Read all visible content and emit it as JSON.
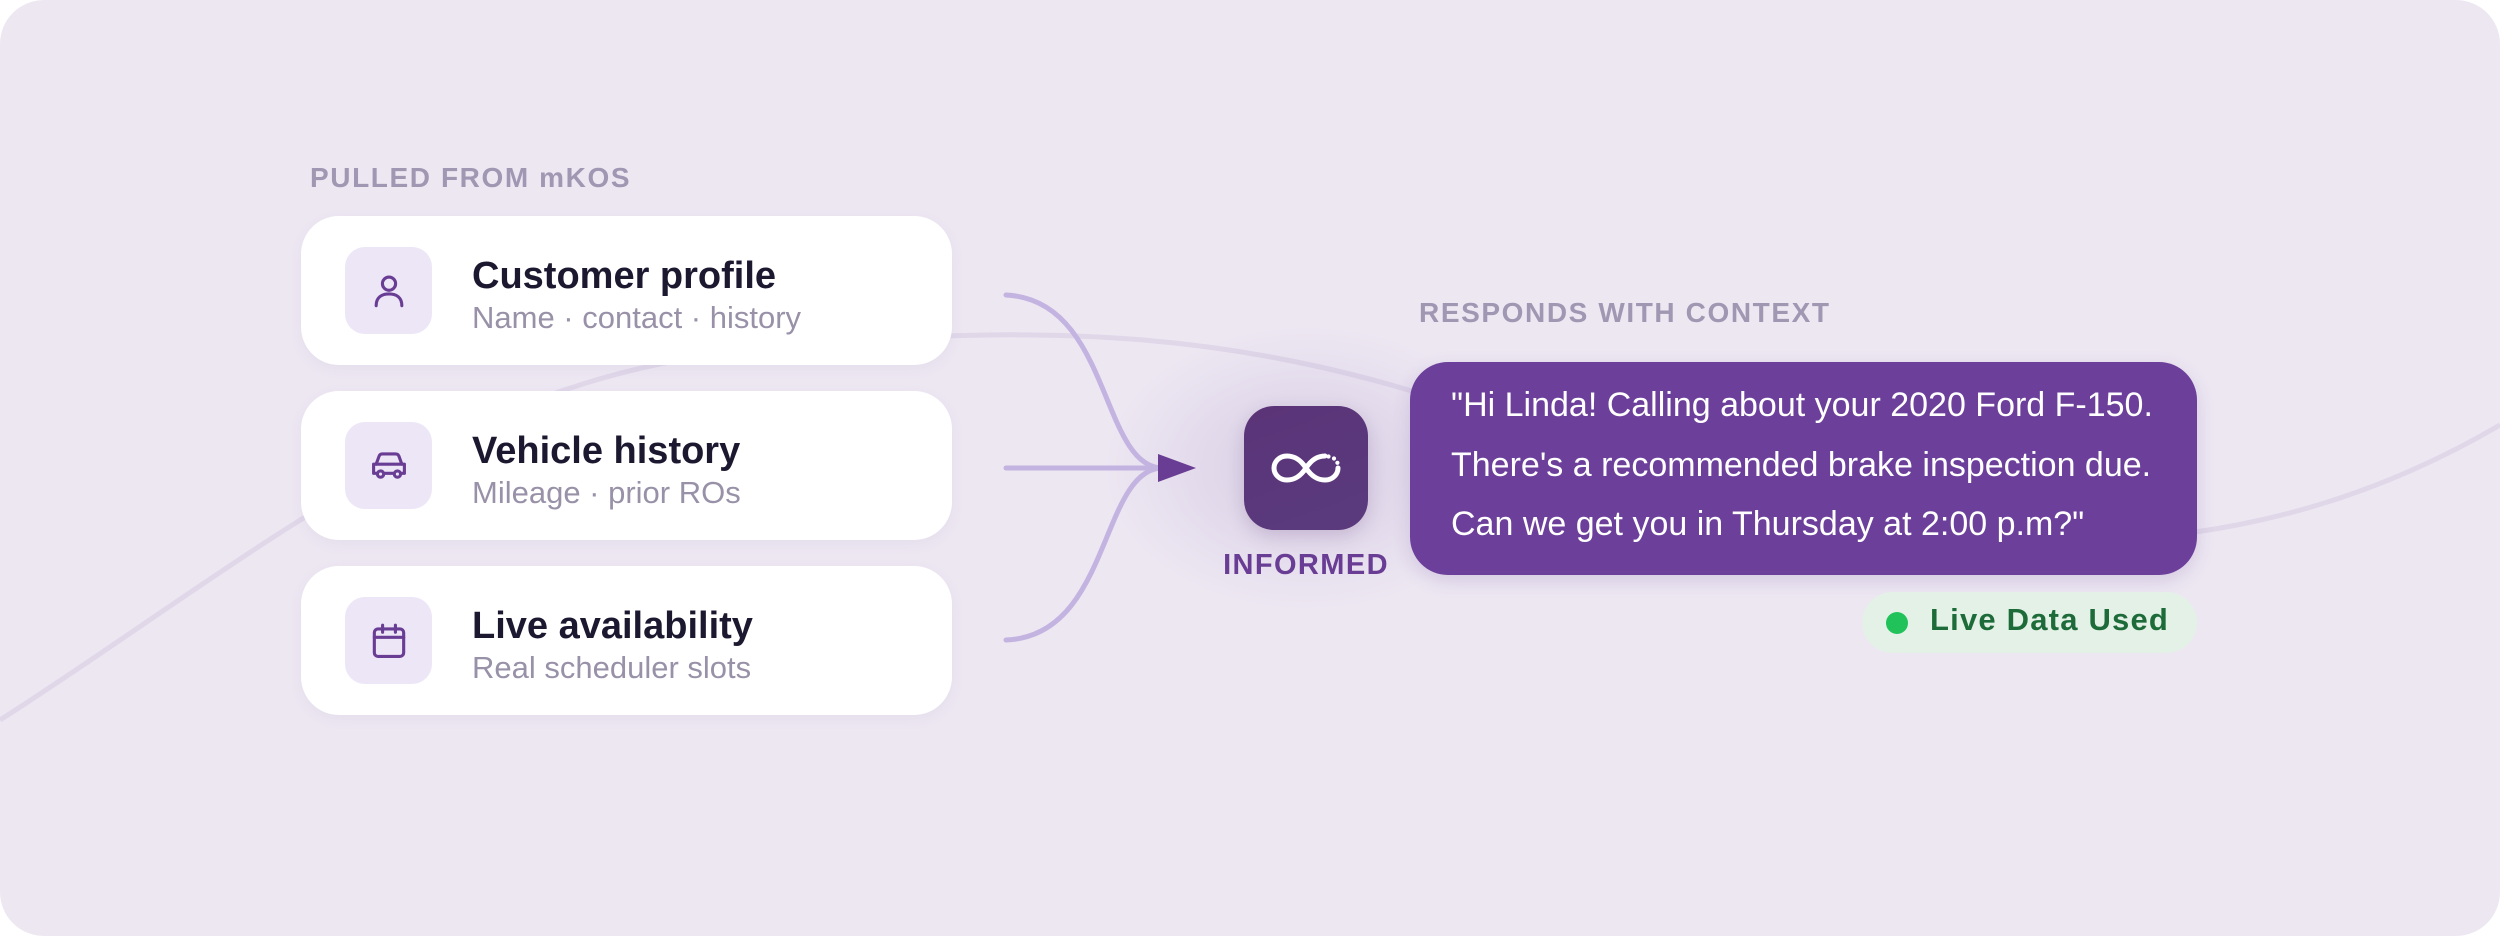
{
  "sources": {
    "heading": "PULLED FROM mKOS",
    "items": [
      {
        "title": "Customer profile",
        "subtitle": "Name · contact · history",
        "icon": "person-icon"
      },
      {
        "title": "Vehicle history",
        "subtitle": "Mileage · prior ROs",
        "icon": "car-icon"
      },
      {
        "title": "Live availability",
        "subtitle": "Real scheduler slots",
        "icon": "calendar-icon"
      }
    ]
  },
  "hub": {
    "icon": "infinity-logo-icon",
    "label": "INFORMED"
  },
  "response": {
    "heading": "RESPONDS WITH CONTEXT",
    "lines": [
      "\"Hi Linda! Calling about your 2020 Ford F-150.",
      "There's a recommended brake inspection due.",
      "Can we get you in Thursday at 2:00 p.m?\""
    ],
    "badge": "Live Data Used"
  },
  "colors": {
    "background": "#ede7f2",
    "accent": "#6c3f9b",
    "hub": "#5b3478",
    "connector": "#c3b3e0",
    "icon_bg": "#ece6f7",
    "badge_bg": "#e3f1e7",
    "badge_dot": "#22c25b",
    "badge_text": "#1e6b3a"
  }
}
